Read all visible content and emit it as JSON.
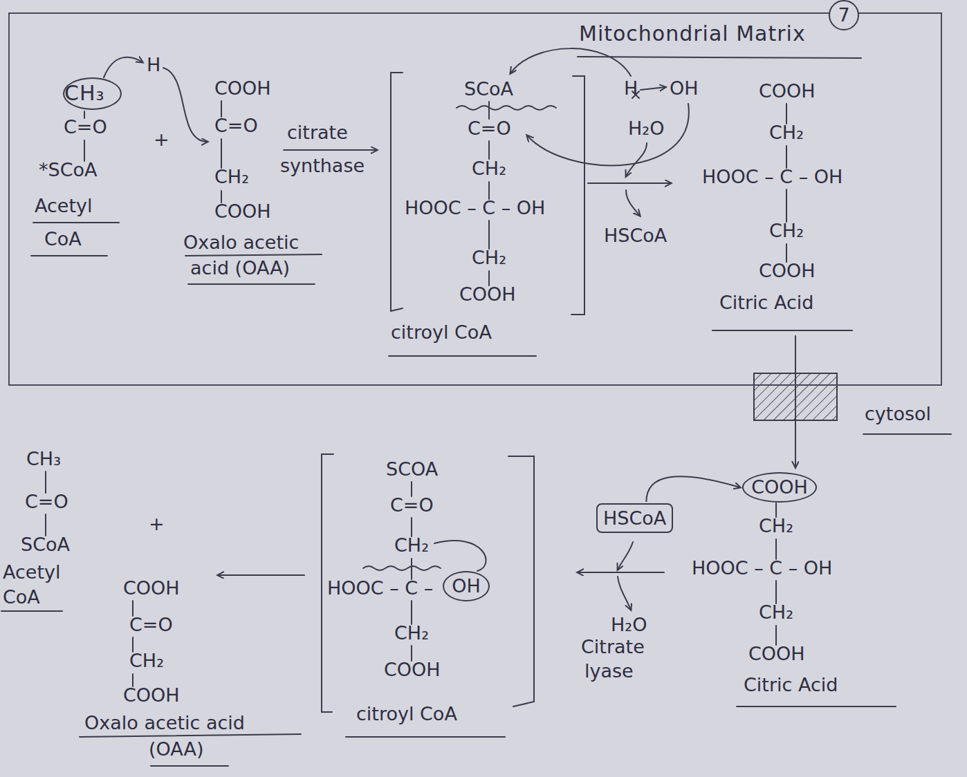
{
  "diagram": {
    "nodes": [
      {
        "text": [
          "7"
        ]
      },
      {
        "text": [
          "Mitochondrial Matrix"
        ]
      },
      {
        "text": [
          "CH₃"
        ],
        "in": 1
      },
      {
        "text": [
          "HSCoA"
        ]
      },
      {
        "text": [
          "COOH"
        ]
      },
      {
        "text": [
          "OH"
        ]
      }
    ],
    "edges": [
      {
        "from": 3,
        "to": 4,
        "arrow": "to"
      }
    ],
    "labels": [
      "H",
      "C=O",
      "*SCoA",
      "Acetyl",
      "CoA",
      "+",
      "COOH",
      "C=O",
      "CH₂",
      "COOH",
      "Oxalo acetic",
      "acid (OAA)",
      "citrate",
      "synthase",
      "SCoA",
      "C=O",
      "CH₂",
      "HOOC – C – OH",
      "CH₂",
      "COOH",
      "citroyl CoA",
      "H",
      "OH",
      "H₂O",
      "HSCoA",
      "COOH",
      "CH₂",
      "HOOC – C – OH",
      "CH₂",
      "COOH",
      "Citric Acid",
      "cytosol",
      "CH₂",
      "HOOC – C – OH",
      "CH₂",
      "COOH",
      "Citric Acid",
      "H₂O",
      "Citrate",
      "lyase",
      "SCOA",
      "C=O",
      "CH₂",
      "HOOC – C –",
      "CH₂",
      "COOH",
      "citroyl CoA",
      "CH₃",
      "C=O",
      "SCoA",
      "Acetyl",
      "CoA",
      "+",
      "COOH",
      "C=O",
      "CH₂",
      "COOH",
      "Oxalo acetic acid",
      "(OAA)"
    ]
  }
}
